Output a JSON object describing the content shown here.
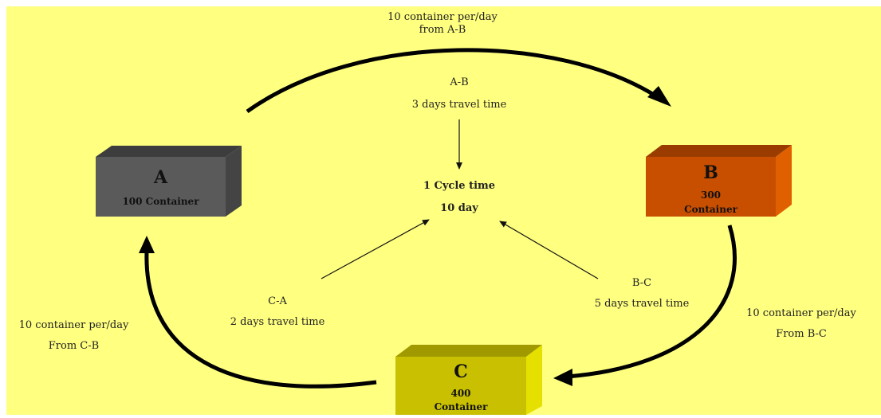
{
  "flow_ab": {
    "line1": "10 container per/day",
    "line2": "from A-B"
  },
  "flow_bc": {
    "line1": "10 container per/day",
    "line2": "From B-C"
  },
  "flow_ca": {
    "line1": "10 container per/day",
    "line2": "From C-B"
  },
  "leg_ab": {
    "name": "A-B",
    "travel": "3 days travel time"
  },
  "leg_bc": {
    "name": "B-C",
    "travel": "5 days travel time"
  },
  "leg_ca": {
    "name": "C-A",
    "travel": "2 days travel time"
  },
  "cycle": {
    "line1": "1 Cycle time",
    "line2": "10 day"
  },
  "nodes": {
    "a": {
      "letter": "A",
      "label": "100 Container",
      "color": "#5a5a5a"
    },
    "b": {
      "letter": "B",
      "label1": "300",
      "label2": "Container",
      "color": "#c84e00"
    },
    "c": {
      "letter": "C",
      "label1": "400",
      "label2": "Container",
      "color": "#c8c000"
    }
  },
  "colors": {
    "background": "#ffff80"
  }
}
